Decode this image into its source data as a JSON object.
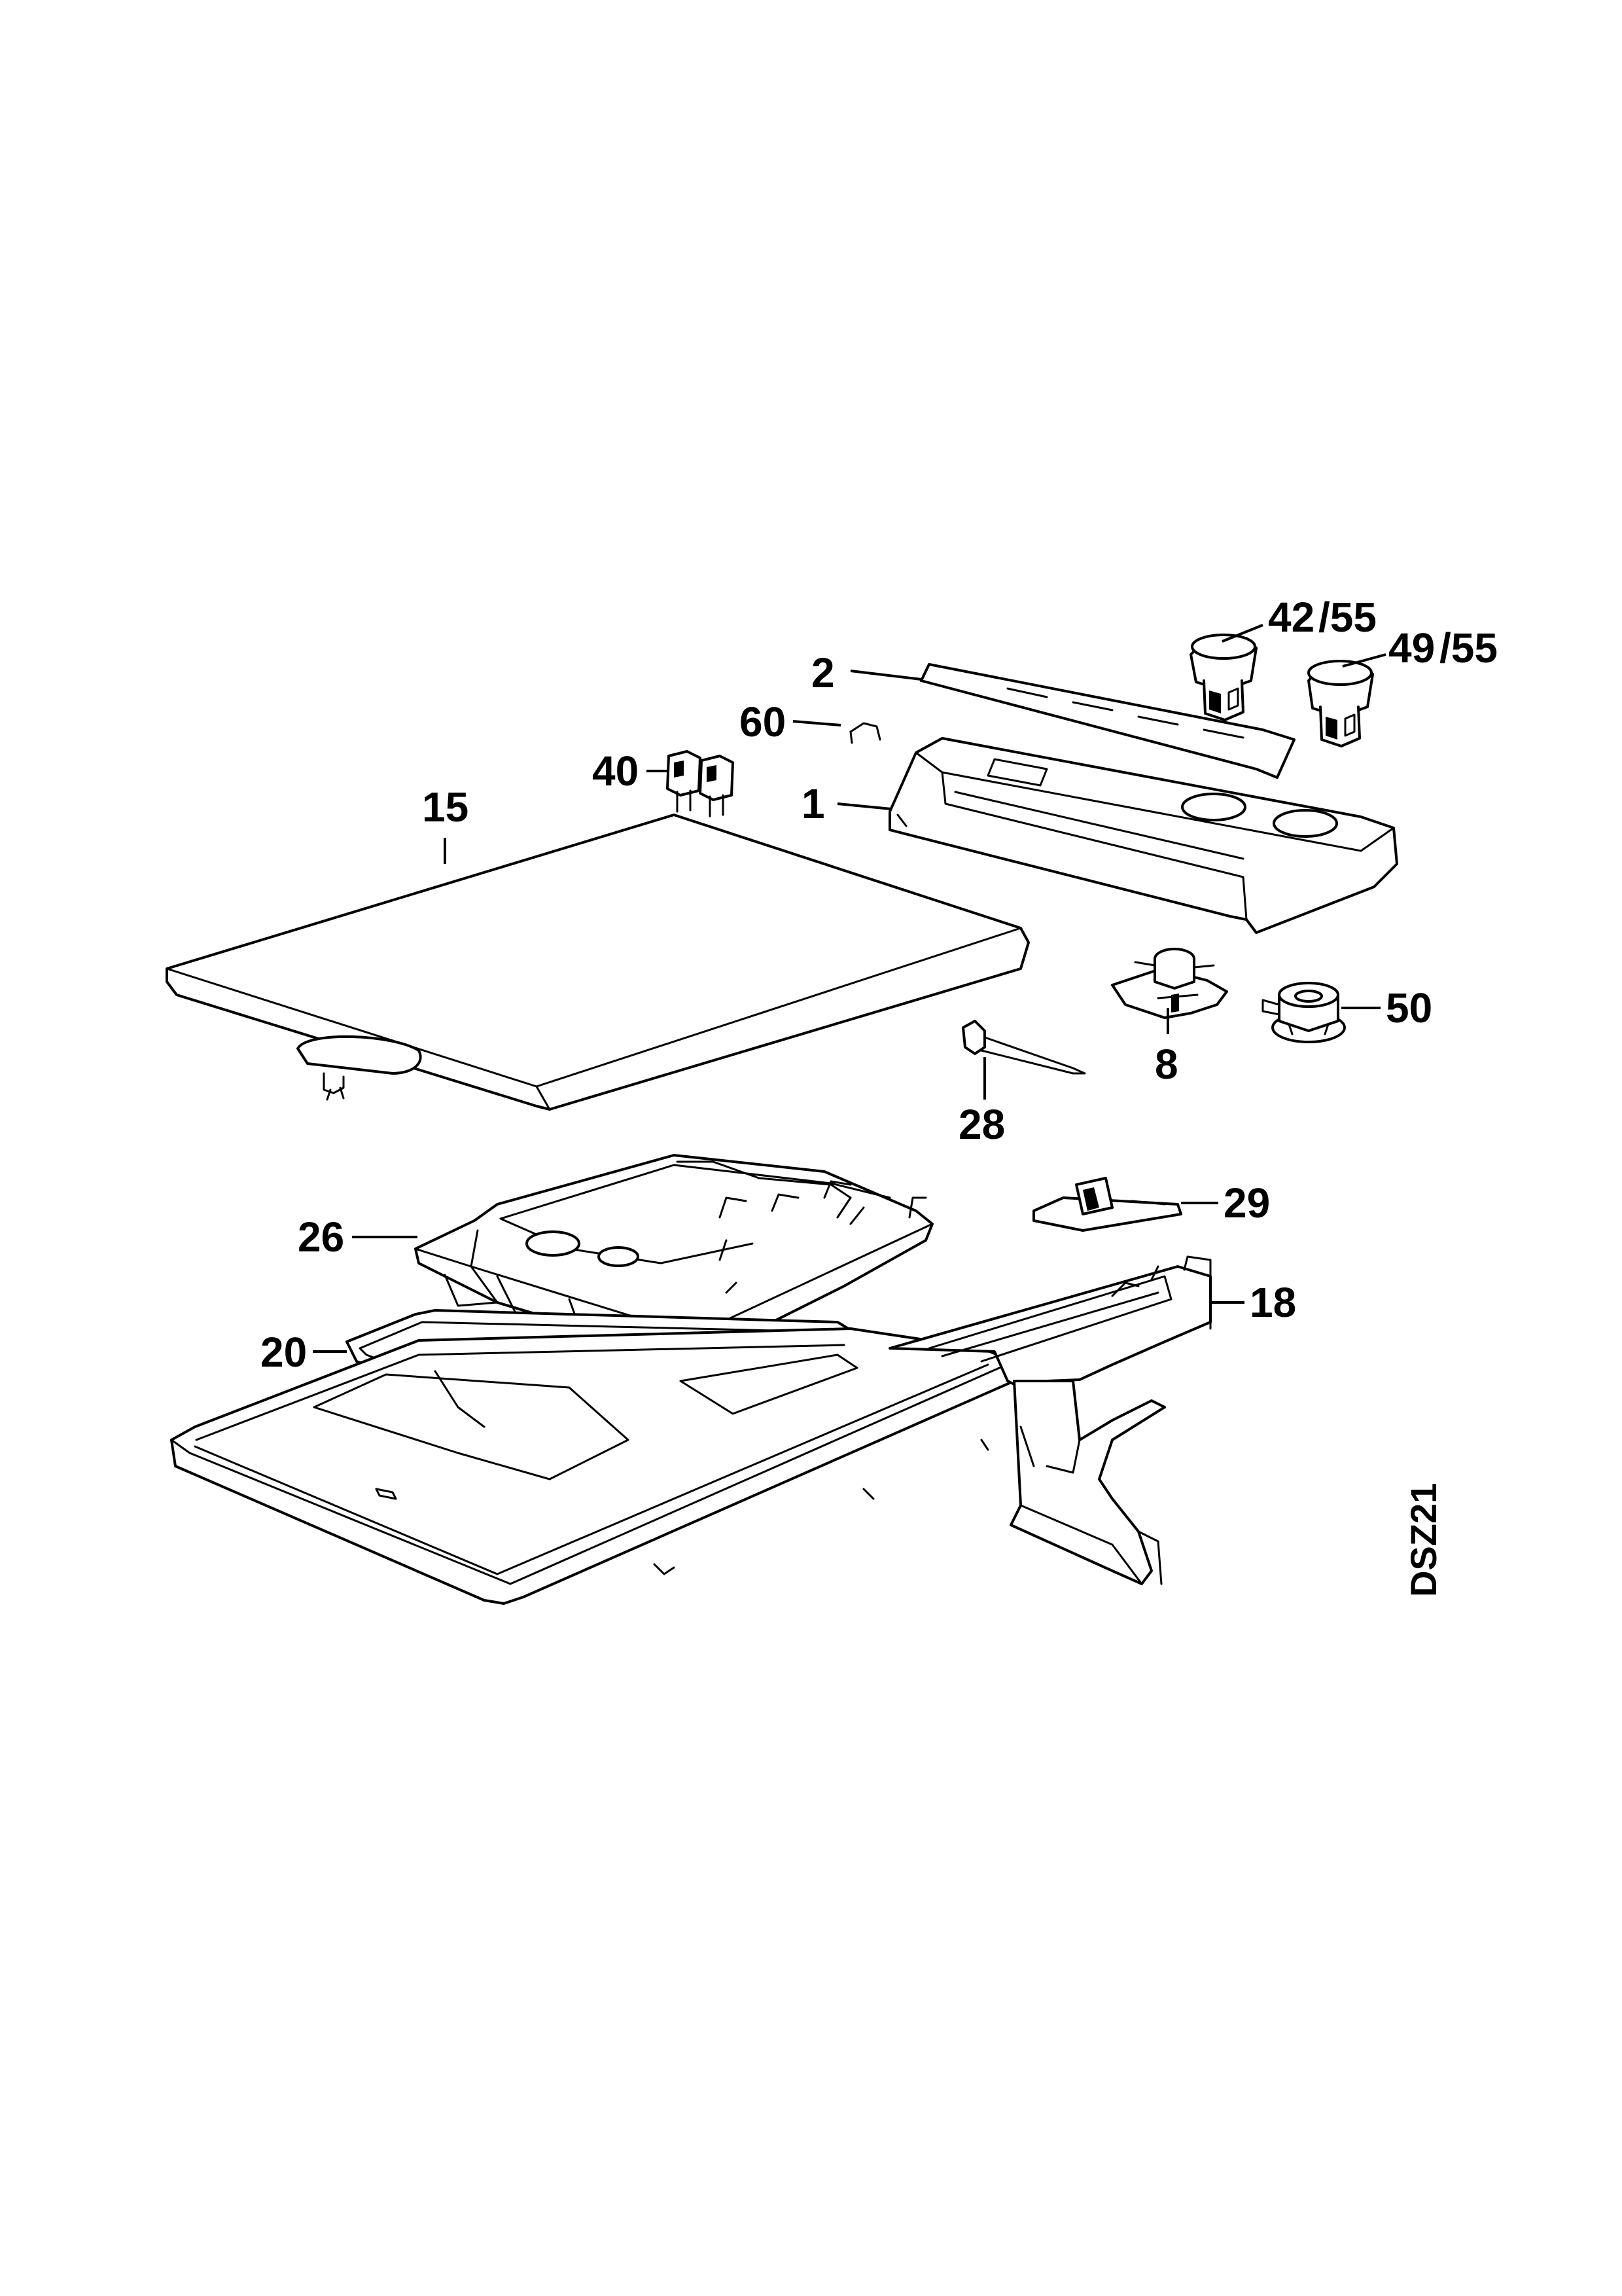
{
  "diagram": {
    "code": "DSZ21",
    "callouts": {
      "c1": "1",
      "c2": "2",
      "c8": "8",
      "c15": "15",
      "c18": "18",
      "c20": "20",
      "c26": "26",
      "c28": "28",
      "c29": "29",
      "c40": "40",
      "c42": "42",
      "c42_55": "/55",
      "c49": "49",
      "c49_55": "/55",
      "c50": "50",
      "c60": "60"
    }
  }
}
